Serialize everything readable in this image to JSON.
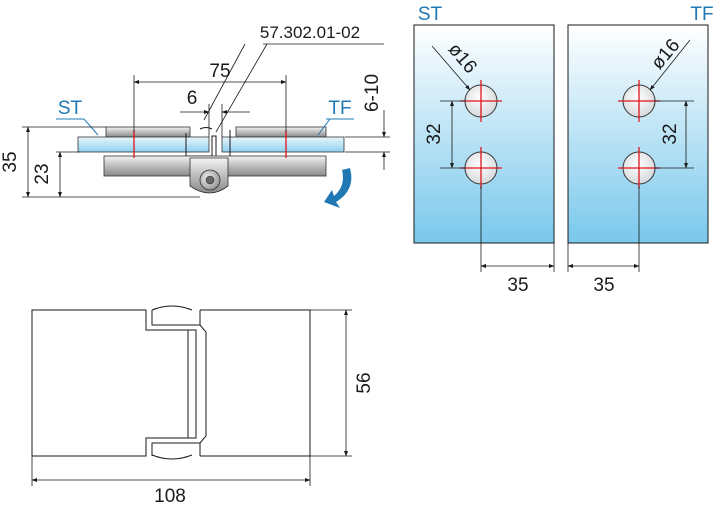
{
  "part_number": "57.302.01-02",
  "side_labels": {
    "stationary": "ST",
    "fixed_panel": "TF"
  },
  "dimensions": {
    "hole_spacing": "75",
    "gap": "6",
    "glass_thickness": "6-10",
    "overall_height": "35",
    "base_height": "23",
    "hole_diameter_left": "ø16",
    "hole_diameter_right": "ø16",
    "hole_pitch_left": "32",
    "hole_pitch_right": "32",
    "edge_offset_left": "35",
    "edge_offset_right": "35",
    "plate_height": "56",
    "plate_width": "108"
  },
  "colors": {
    "label_blue": "#1f78b4",
    "glass_light": "#ffffff",
    "glass_blue": "#79c8ec",
    "axis_red": "#e0141b",
    "rotation_arrow": "#1f78b4"
  },
  "icons": {
    "rotation": "curved-arrow-icon"
  }
}
